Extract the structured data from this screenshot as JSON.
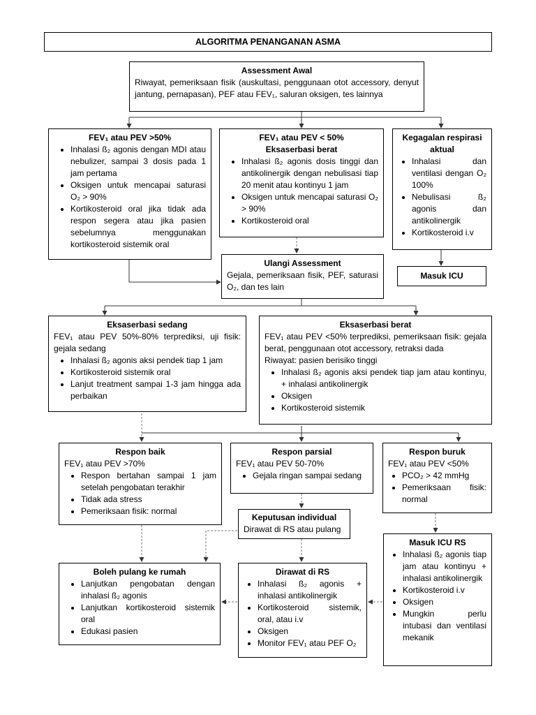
{
  "header": "ALGORITMA PENANGANAN ASMA",
  "assessment_awal": {
    "title": "Assessment Awal",
    "text": "Riwayat, pemeriksaan fisik (auskultasi, penggunaan otot accessory, denyut jantung, pernapasan), PEF atau FEV₁, saluran oksigen, tes lainnya"
  },
  "fev_gt50": {
    "title": "FEV₁ atau PEV >50%",
    "items": [
      "Inhalasi ß₂ agonis dengan MDI atau nebulizer, sampai 3 dosis pada 1 jam pertama",
      "Oksigen untuk mencapai saturasi O₂ > 90%",
      "Kortikosteroid oral jika tidak ada respon segera atau jika pasien sebelumnya menggunakan kortikosteroid sistemik oral"
    ]
  },
  "fev_lt50": {
    "title1": "FEV₁ atau PEV < 50%",
    "title2": "Eksaserbasi berat",
    "items": [
      "Inhalasi ß₂ agonis dosis tinggi dan antikolinergik dengan nebulisasi tiap 20 menit atau kontinyu 1 jam",
      "Oksigen untuk mencapai saturasi O₂ > 90%",
      "Kortikosteroid oral"
    ]
  },
  "kegagalan": {
    "title1": "Kegagalan respirasi",
    "title2": "aktual",
    "items": [
      "Inhalasi dan ventilasi dengan O₂ 100%",
      "Nebulisasi ß₂ agonis dan antikolinergik",
      "Kortikosteroid i.v"
    ]
  },
  "masuk_icu": {
    "title": "Masuk ICU"
  },
  "ulangi": {
    "title": "Ulangi Assessment",
    "text": "Gejala, pemeriksaan fisik, PEF, saturasi O₂, dan tes lain"
  },
  "eks_sedang": {
    "title": "Eksaserbasi sedang",
    "text": "FEV₁ atau PEV 50%-80% terprediksi, uji fisik: gejala sedang",
    "items": [
      "Inhalasi ß₂ agonis aksi pendek tiap 1 jam",
      "Kortikosteroid sistemik oral",
      "Lanjut treatment sampai 1-3 jam hingga ada perbaikan"
    ]
  },
  "eks_berat": {
    "title": "Eksaserbasi berat",
    "text1": "FEV₁ atau PEV <50% terprediksi, pemeriksaan fisik: gejala berat, penggunaan otot accessory, retraksi dada",
    "text2": "Riwayat: pasien berisiko tinggi",
    "items": [
      "Inhalasi ß₂ agonis aksi pendek tiap jam atau kontinyu, + inhalasi antikolinergik",
      "Oksigen",
      "Kortikosteroid sistemik"
    ]
  },
  "respon_baik": {
    "title": "Respon baik",
    "text": "FEV₁ atau PEV >70%",
    "items": [
      "Respon bertahan sampai 1 jam setelah pengobatan terakhir",
      "Tidak ada stress",
      "Pemeriksaan fisik: normal"
    ]
  },
  "respon_parsial": {
    "title": "Respon parsial",
    "text": "FEV₁ atau PEV 50-70%",
    "items": [
      "Gejala ringan sampai sedang"
    ]
  },
  "respon_buruk": {
    "title": "Respon buruk",
    "text": "FEV₁ atau PEV <50%",
    "items": [
      "PCO₂ > 42 mmHg",
      "Pemeriksaan fisik: normal"
    ]
  },
  "keputusan": {
    "title": "Keputusan individual",
    "text": "Dirawat di RS atau pulang"
  },
  "masuk_icu_rs": {
    "title": "Masuk ICU RS",
    "items": [
      "Inhalasi ß₂ agonis tiap jam atau kontinyu + inhalasi antikolinergik",
      "Kortikosteroid i.v",
      "Oksigen",
      "Mungkin perlu intubasi dan ventilasi mekanik"
    ]
  },
  "boleh_pulang": {
    "title": "Boleh pulang ke rumah",
    "items": [
      "Lanjutkan pengobatan dengan inhalasi ß₂ agonis",
      "Lanjutkan kortikosteroid sistemik oral",
      "Edukasi pasien"
    ]
  },
  "dirawat": {
    "title": "Dirawat di RS",
    "items": [
      "Inhalasi ß₂ agonis + inhalasi antikolinergik",
      "Kortikosteroid sistemik, oral, atau i.v",
      "Oksigen",
      "Monitor FEV₁ atau PEF O₂"
    ]
  }
}
